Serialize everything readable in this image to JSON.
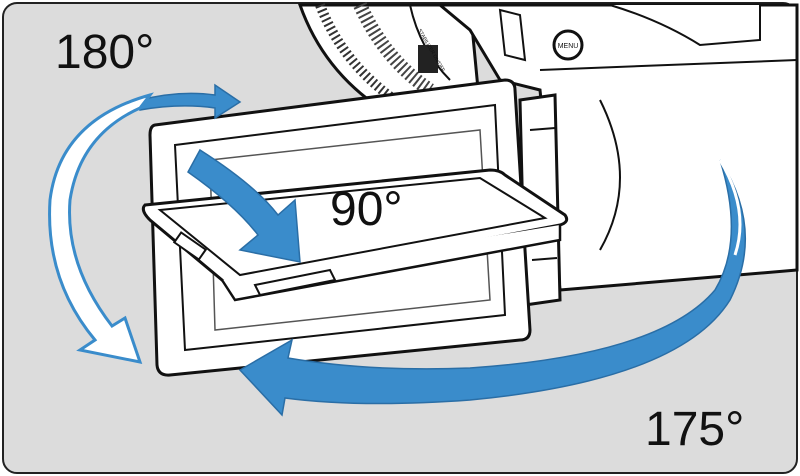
{
  "diagram": {
    "labels": {
      "top_left": "180°",
      "center": "90°",
      "bottom_right": "175°"
    },
    "camera_text": {
      "menu_button": "MENU",
      "stabilizer_switch": "STABILIZER ON/OFF"
    },
    "colors": {
      "arrow": "#3a8ccb",
      "arrow_light": "#ffffff",
      "background": "#dcdcdc",
      "outline": "#1a1a1a"
    }
  }
}
